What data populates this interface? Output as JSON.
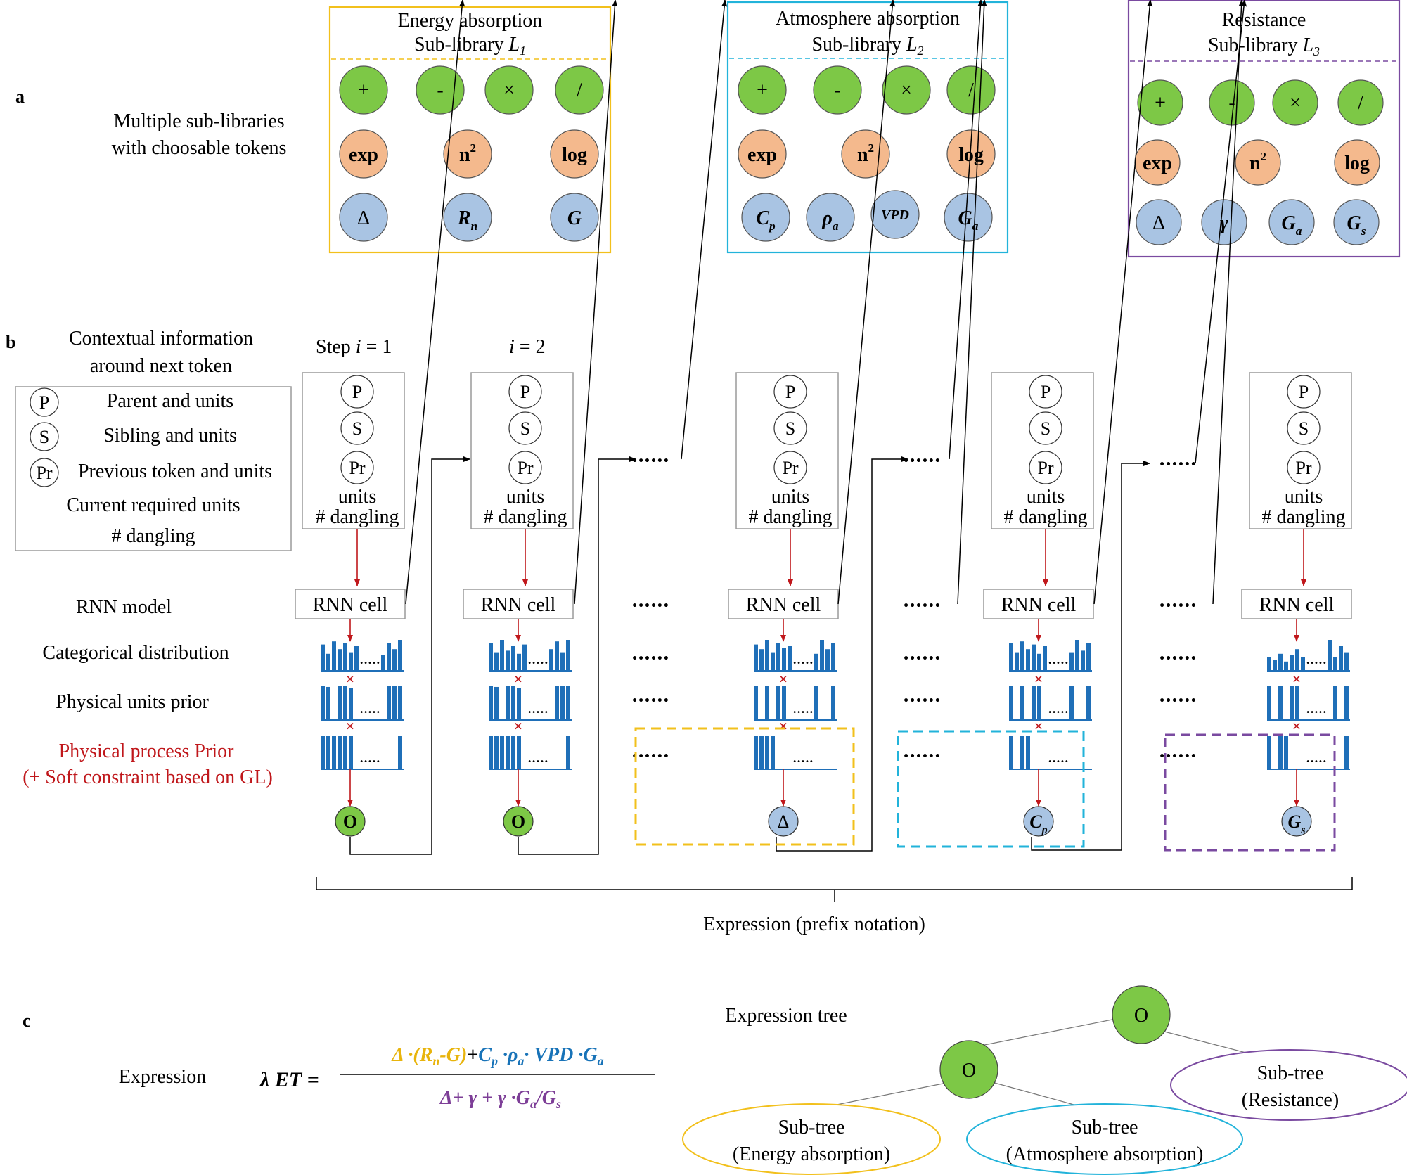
{
  "panel_labels": {
    "a": "a",
    "b": "b",
    "c": "c"
  },
  "section_a": {
    "left_label_1": "Multiple sub-libraries",
    "left_label_2": "with choosable tokens",
    "libraries": [
      {
        "title_1": "Energy absorption",
        "title_2": "Sub-library ",
        "title_sym": "L",
        "title_sub": "1",
        "color": "#F2C01C",
        "ops": [
          "+",
          "-",
          "×",
          "/"
        ],
        "funcs": [
          "exp",
          "n",
          "log"
        ],
        "vars": [
          {
            "main": "Δ",
            "sub": ""
          },
          {
            "main": "R",
            "sub": "n"
          },
          {
            "main": "G",
            "sub": ""
          }
        ]
      },
      {
        "title_1": "Atmosphere absorption",
        "title_2": "Sub-library ",
        "title_sym": "L",
        "title_sub": "2",
        "color": "#22B3DA",
        "ops": [
          "+",
          "-",
          "×",
          "/"
        ],
        "funcs": [
          "exp",
          "n",
          "log"
        ],
        "vars": [
          {
            "main": "C",
            "sub": "p"
          },
          {
            "main": "ρ",
            "sub": "a"
          },
          {
            "main": "VPD",
            "sub": ""
          },
          {
            "main": "G",
            "sub": "a"
          }
        ]
      },
      {
        "title_1": "Resistance",
        "title_2": "Sub-library ",
        "title_sym": "L",
        "title_sub": "3",
        "color": "#7A4AA0",
        "ops": [
          "+",
          "-",
          "×",
          "/"
        ],
        "funcs": [
          "exp",
          "n",
          "log"
        ],
        "vars": [
          {
            "main": "Δ",
            "sub": ""
          },
          {
            "main": "γ",
            "sub": ""
          },
          {
            "main": "G",
            "sub": "a"
          },
          {
            "main": "G",
            "sub": "s"
          }
        ]
      }
    ],
    "square_superscript": "2"
  },
  "section_b": {
    "context_title_1": "Contextual information",
    "context_title_2": "around next token",
    "legend": [
      {
        "symbol": "P",
        "text": "Parent and units"
      },
      {
        "symbol": "S",
        "text": "Sibling and units"
      },
      {
        "symbol": "Pr",
        "text": "Previous token and units"
      }
    ],
    "legend_line_4": "Current required units",
    "legend_line_5": "# dangling",
    "step1_prefix": "Step ",
    "step1_var": "i",
    "step1_suffix": " = 1",
    "step2_var": "i",
    "step2_suffix": " = 2",
    "ctx_symbols": [
      "P",
      "S",
      "Pr"
    ],
    "units_label": "units",
    "dangling_label": "# dangling",
    "rnn_cell": "RNN cell",
    "rows": {
      "rnn_model": "RNN model",
      "categorical": "Categorical distribution",
      "units_prior": "Physical units prior",
      "process_prior_1": "Physical process Prior",
      "process_prior_2": "(+ Soft constraint based on GL)"
    },
    "ellipsis": "••••••",
    "dist_ellipsis": "•••••",
    "times": "×",
    "outputs": [
      {
        "main": "O",
        "sub": ""
      },
      {
        "main": "O",
        "sub": ""
      },
      {
        "main": "Δ",
        "sub": ""
      },
      {
        "main": "C",
        "sub": "p"
      },
      {
        "main": "G",
        "sub": "s"
      }
    ],
    "expression_label": "Expression (prefix notation)"
  },
  "section_c": {
    "expression_label": "Expression",
    "lhs": "λ ET =",
    "numerator_energy": "Δ ·(R",
    "numerator_energy_sub": "n",
    "numerator_energy_tail": "-G)",
    "numerator_plus": "+",
    "numerator_atm": "C",
    "numerator_atm_sub_p": "p",
    "numerator_atm_mid": " ·ρ",
    "numerator_atm_sub_a": "a",
    "numerator_atm_tail": "· VPD  ·G",
    "numerator_atm_sub_a2": "a",
    "denominator": "Δ+ γ + γ ·G",
    "denominator_sub_a": "a",
    "denominator_slash": "/G",
    "denominator_sub_s": "s",
    "tree_title": "Expression tree",
    "root": "O",
    "child": "O",
    "subtrees": [
      {
        "line1": "Sub-tree",
        "line2": "(Energy absorption)",
        "color": "#F2C01C"
      },
      {
        "line1": "Sub-tree",
        "line2": "(Atmosphere absorption)",
        "color": "#22B3DA"
      },
      {
        "line1": "Sub-tree",
        "line2": "(Resistance)",
        "color": "#7A4AA0"
      }
    ]
  },
  "colors": {
    "green": "#7DC846",
    "orange": "#F4B98D",
    "blue_node": "#A9C4E3",
    "bar_blue": "#1F6FB8",
    "red": "#C0171B",
    "energy": "#F2C01C",
    "atmosphere": "#22B3DA",
    "resistance": "#7A4AA0",
    "eq_energy": "#E8B40C",
    "eq_atm": "#1873B8",
    "eq_res": "#7D3E97"
  }
}
